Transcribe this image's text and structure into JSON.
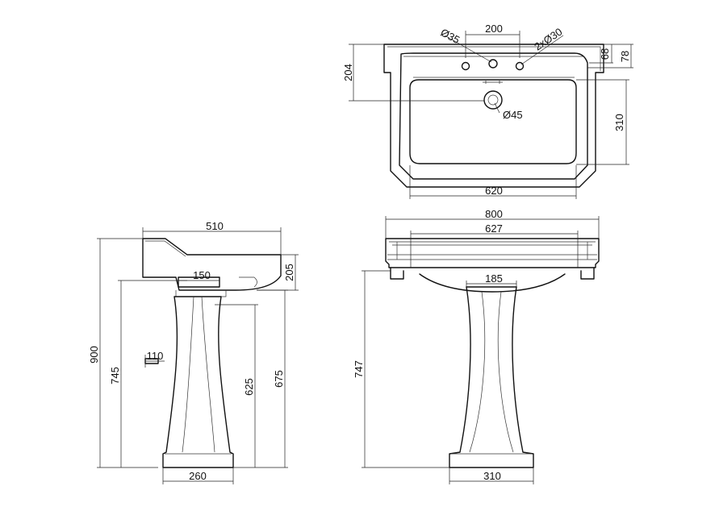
{
  "dimensions": {
    "top_tap_spacing": "200",
    "top_tap_hole": "Ø35",
    "top_side_holes": "2xØ30",
    "top_depth": "204",
    "top_rim_68": "68",
    "top_rim_78": "78",
    "top_bowl_depth": "310",
    "top_waste": "Ø45",
    "top_bowl_width": "620",
    "side_depth": "510",
    "side_height_900": "900",
    "side_height_745": "745",
    "side_waste_150": "150",
    "side_basin_205": "205",
    "side_waste_110": "110",
    "side_height_625": "625",
    "side_height_675": "675",
    "side_base_260": "260",
    "front_width_800": "800",
    "front_width_627": "627",
    "front_neck_185": "185",
    "front_height_747": "747",
    "front_base_310": "310"
  }
}
